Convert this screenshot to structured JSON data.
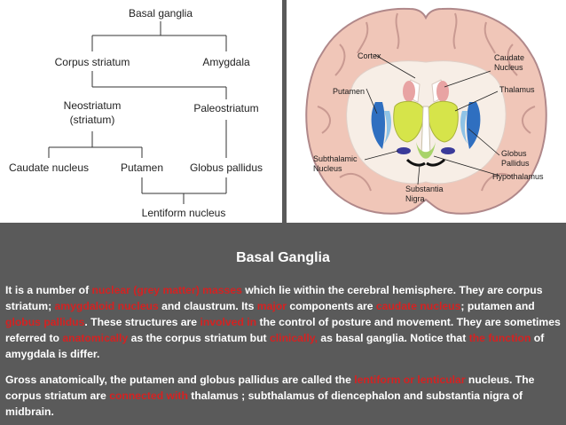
{
  "slide_title": "Basal Ganglia",
  "chart": {
    "root": "Basal ganglia",
    "corpus_striatum": "Corpus striatum",
    "amygdala": "Amygdala",
    "neostriatum_l1": "Neostriatum",
    "neostriatum_l2": "(striatum)",
    "paleostriatum": "Paleostriatum",
    "caudate": "Caudate nucleus",
    "putamen": "Putamen",
    "globus": "Globus pallidus",
    "lentiform": "Lentiform nucleus"
  },
  "brain": {
    "cortex": "Cortex",
    "caudate_1": "Caudate",
    "caudate_2": "Nucleus",
    "thalamus": "Thalamus",
    "putamen": "Putamen",
    "globus_1": "Globus",
    "globus_2": "Pallidus",
    "subthalamic_1": "Subthalamic",
    "subthalamic_2": "Nucleus",
    "hypothalamus": "Hypothalamus",
    "substantia_1": "Substantia",
    "substantia_2": "Nigra"
  },
  "p1": {
    "a": "It is a number of ",
    "b": "nuclear (grey matter) masses",
    "c": " which lie within the cerebral hemisphere. They are corpus striatum; ",
    "d": "amygdaloid nucleus",
    "e": " and claustrum. Its ",
    "f": "major",
    "g": " components are ",
    "h": "caudate nucleus",
    "i": "; putamen and ",
    "j": "globus pallidus",
    "k": ". These structures are ",
    "l": "involved in",
    "m": " the control of posture and movement. They are sometimes referred to ",
    "n": "anatomically",
    "o": " as the corpus striatum but ",
    "p": "clinically,",
    "q": " as basal ganglia. Notice that ",
    "r": "the function",
    "s": " of amygdala is differ."
  },
  "p2": {
    "a": "Gross anatomically, the putamen and globus pallidus are called the ",
    "b": "lentiform or lenticular",
    "c": " nucleus. The corpus striatum are ",
    "d": "connected with",
    "e": " thalamus ; subthalamus of diencephalon and substantia nigra of midbrain."
  }
}
